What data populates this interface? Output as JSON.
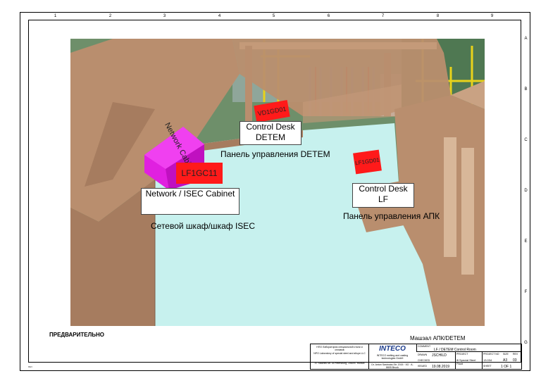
{
  "columns": [
    "1",
    "2",
    "3",
    "4",
    "5",
    "6",
    "7",
    "8",
    "9"
  ],
  "rows": [
    "A",
    "B",
    "C",
    "D",
    "E",
    "F",
    "G"
  ],
  "labels": {
    "control_desk_detem": "Control Desk DETEM",
    "control_desk_detem_ru": "Панель управления DETEM",
    "control_desk_lf": "Control Desk LF",
    "control_desk_lf_ru": "Панель управления АПК",
    "network_cabinet": "Network / ISEC Cabinet",
    "network_cabinet_ru": "Сетевой шкаф/шкаф ISEC",
    "tag_vd": "VD1GD01",
    "tag_lf": "LF1GD01",
    "tag_lfgc": "LF1GC11",
    "cabinet_side_text": "Network Cabinet"
  },
  "footer": {
    "preliminary": "ПРЕДВАРИТЕЛЬНО",
    "drawing_title": "Машзал АПК/DETEM",
    "rev_label": "REV"
  },
  "title_block": {
    "company_ru": "НПО Лаборатория специальной стали и сплавов",
    "company_en": "NPO Laboratory of special steel and alloys LLC",
    "address": "47 Stachek str. St.Petersburg, 198097 Russia",
    "inteco_logo": "INTECO",
    "inteco_name": "INTECO melting and casting technologies GmbH",
    "inteco_address": "Dr. Anton Swoboda-Str. 2015 · 0G · A-8605 Bruck",
    "comment_label": "COMMENT",
    "comment": "LF / DETEM Control Room",
    "drawn_label": "DRAWN",
    "drawn": "JSCHILD",
    "checked_label": "CHECKED",
    "issued_label": "ISSUED",
    "issued": "19.08.2019",
    "project_label": "PROJECT",
    "project": "ifi Special Steel Plant",
    "project_no_label": "PROJECT NO",
    "project_no": "13.034",
    "size_label": "SIZE",
    "size": "A3",
    "rev_label": "REV",
    "rev": "03",
    "sheet_label": "SHEET",
    "sheet": "1 OF 1"
  },
  "colors": {
    "wall": "#b98e6e",
    "floor": "#c7f1ee",
    "cabinet": "#e020e0",
    "tag_red": "#ff1a1a",
    "pipe_yellow": "#e8d21a"
  }
}
